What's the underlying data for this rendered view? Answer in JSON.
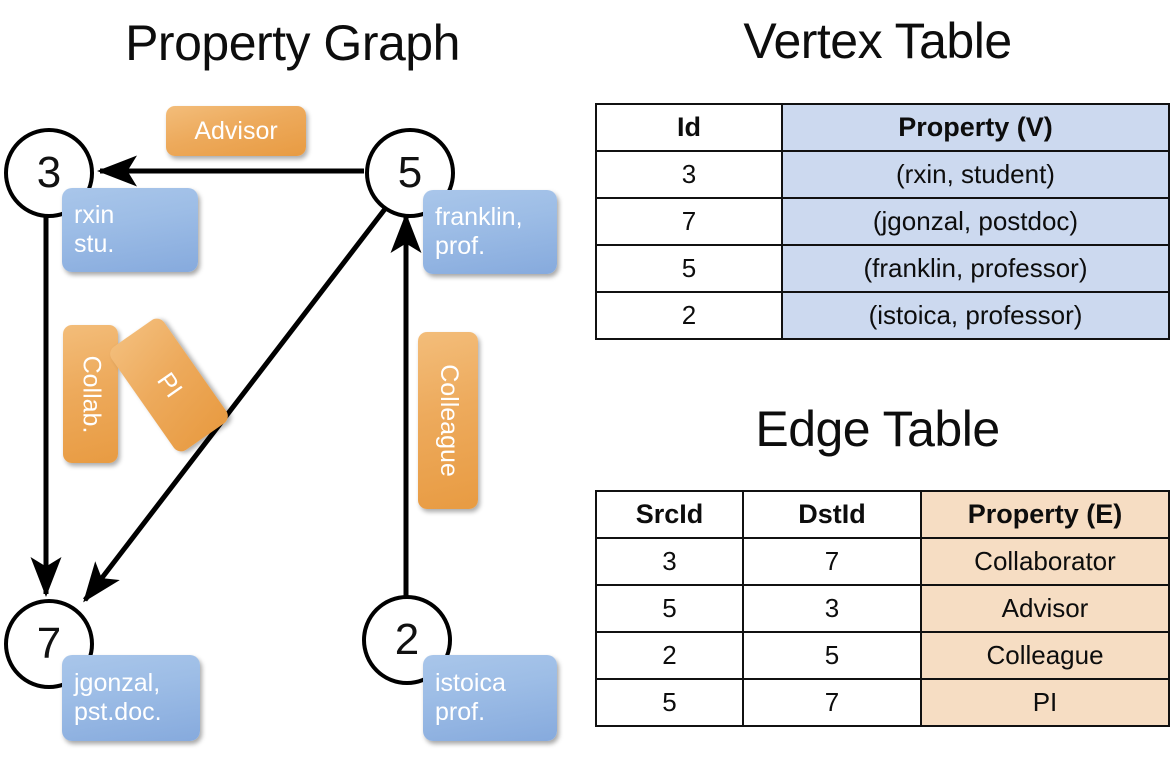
{
  "titles": {
    "property_graph": "Property Graph",
    "vertex_table": "Vertex Table",
    "edge_table": "Edge Table"
  },
  "colors": {
    "vertex_property_fill": "#ccd9ef",
    "edge_property_fill": "#f6ddc3",
    "vertex_box_blue": "#9dbde6",
    "edge_label_orange": "#edaa5c",
    "stroke": "#000000"
  },
  "graph": {
    "nodes": [
      {
        "id": "3",
        "label": "3",
        "property_lines": [
          "rxin",
          "stu."
        ]
      },
      {
        "id": "5",
        "label": "5",
        "property_lines": [
          "franklin,",
          "prof."
        ]
      },
      {
        "id": "7",
        "label": "7",
        "property_lines": [
          "jgonzal,",
          "pst.doc."
        ]
      },
      {
        "id": "2",
        "label": "2",
        "property_lines": [
          "istoica",
          "prof."
        ]
      }
    ],
    "edge_labels": [
      {
        "name": "advisor",
        "text": "Advisor",
        "orientation": "horizontal"
      },
      {
        "name": "collab",
        "text": "Collab.",
        "orientation": "vertical"
      },
      {
        "name": "pi",
        "text": "PI",
        "orientation": "diagonal"
      },
      {
        "name": "colleague",
        "text": "Colleague",
        "orientation": "vertical"
      }
    ],
    "edges": [
      {
        "from": "5",
        "to": "3",
        "label": "Advisor"
      },
      {
        "from": "3",
        "to": "7",
        "label": "Collab."
      },
      {
        "from": "5",
        "to": "7",
        "label": "PI"
      },
      {
        "from": "2",
        "to": "5",
        "label": "Colleague"
      }
    ]
  },
  "vertex_table": {
    "headers": [
      "Id",
      "Property (V)"
    ],
    "rows": [
      {
        "id": "3",
        "property": "(rxin, student)"
      },
      {
        "id": "7",
        "property": "(jgonzal, postdoc)"
      },
      {
        "id": "5",
        "property": "(franklin, professor)"
      },
      {
        "id": "2",
        "property": "(istoica, professor)"
      }
    ]
  },
  "edge_table": {
    "headers": [
      "SrcId",
      "DstId",
      "Property (E)"
    ],
    "rows": [
      {
        "src": "3",
        "dst": "7",
        "property": "Collaborator"
      },
      {
        "src": "5",
        "dst": "3",
        "property": "Advisor"
      },
      {
        "src": "2",
        "dst": "5",
        "property": "Colleague"
      },
      {
        "src": "5",
        "dst": "7",
        "property": "PI"
      }
    ]
  }
}
